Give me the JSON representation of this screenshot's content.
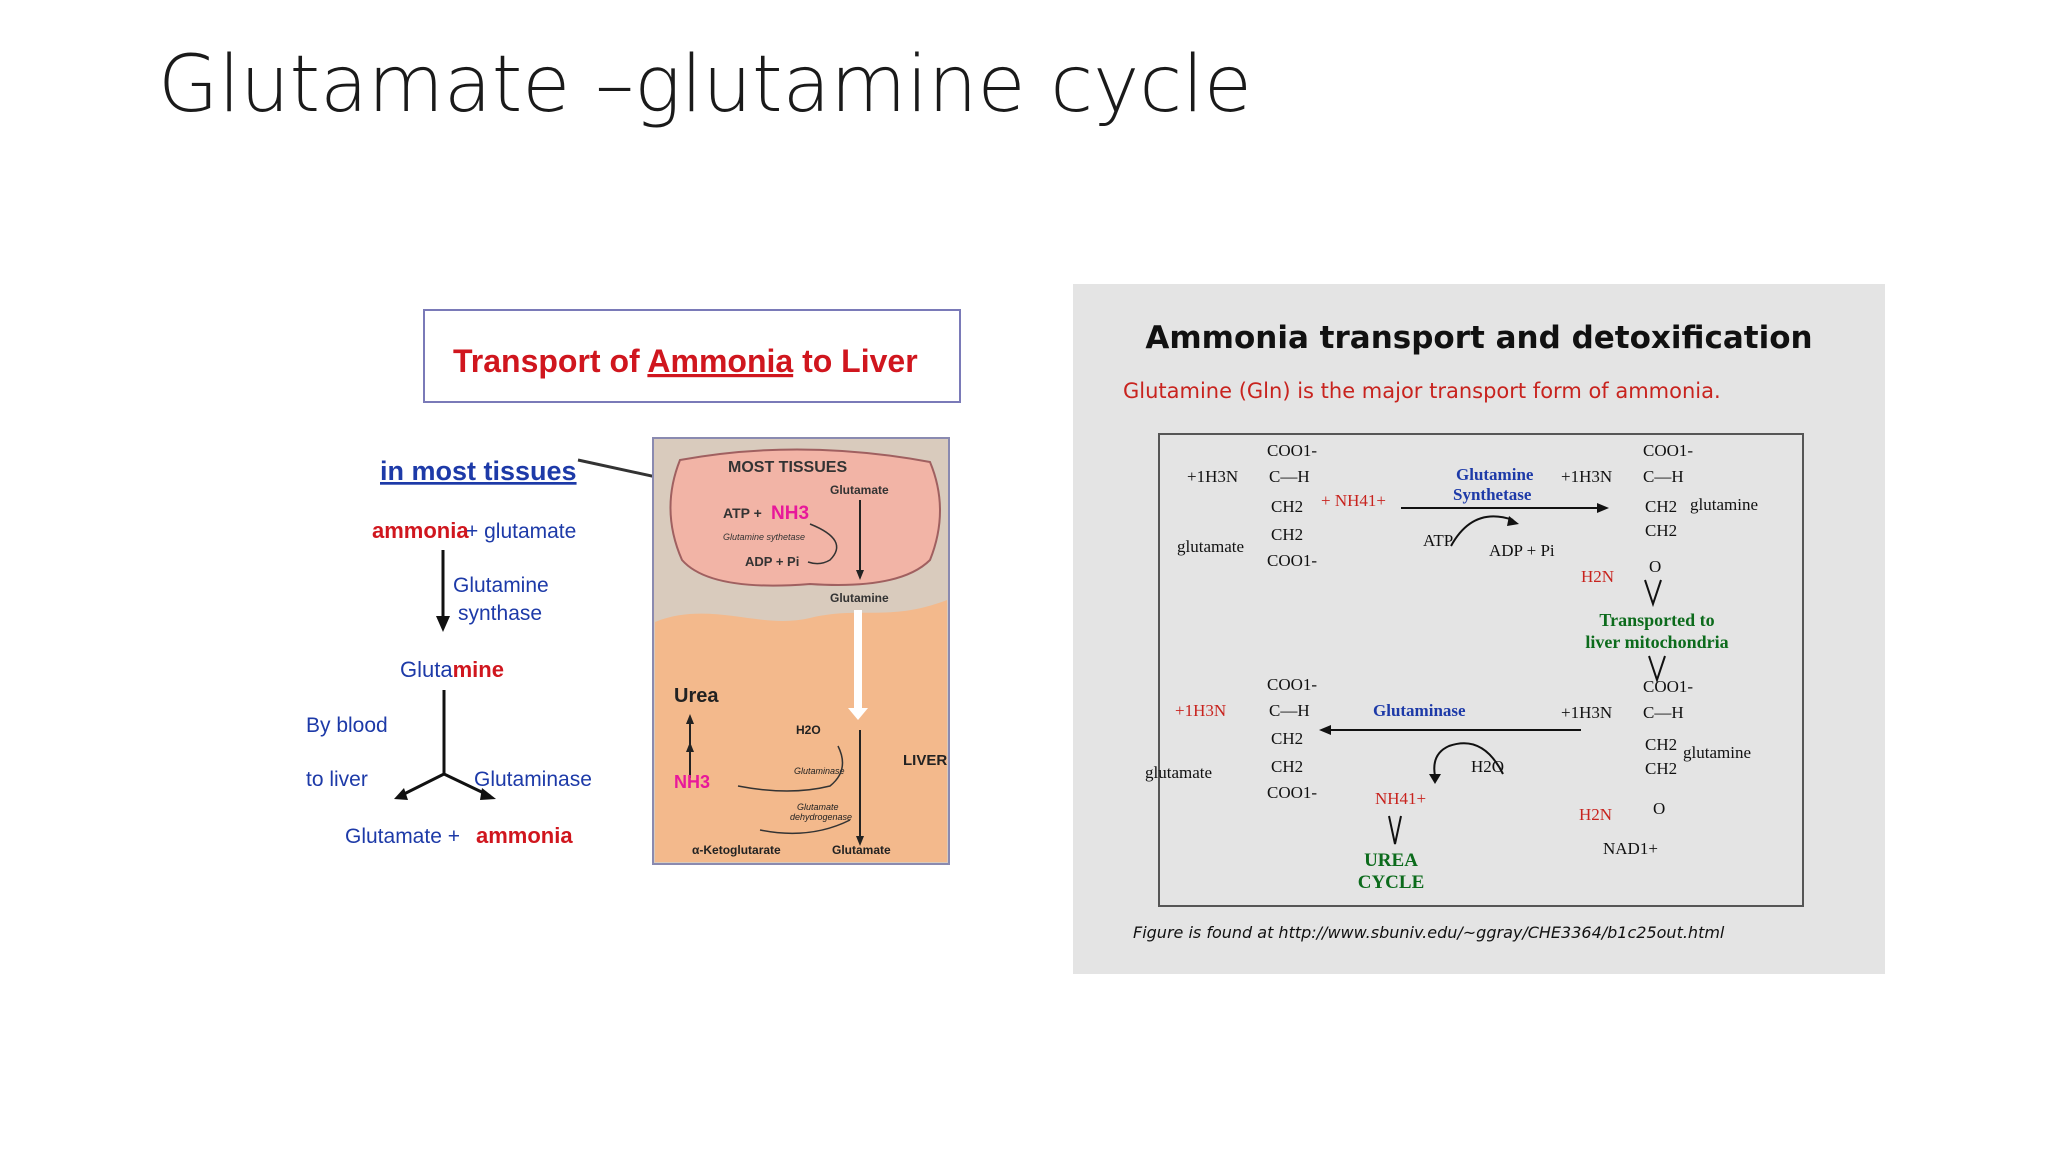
{
  "slide": {
    "title": "Glutamate –glutamine cycle"
  },
  "left": {
    "banner": {
      "part1": "Transport of ",
      "part2": "Ammonia",
      "part3": " to Liver"
    },
    "in_most_tissues": "in most tissues",
    "ammonia": "ammonia",
    "plus_glutamate": " + glutamate",
    "glutamine_synthase_1": "Glutamine",
    "glutamine_synthase_2": "synthase",
    "glutamine_a": "Gluta",
    "glutamine_b": "mine",
    "by_blood": "By blood",
    "to_liver": "to liver",
    "glutaminase": "Glutaminase",
    "glutamate_plus": "Glutamate  +",
    "ammonia_2": "ammonia",
    "inset": {
      "most_tissues": "MOST TISSUES",
      "glutamate_top": "Glutamate",
      "atp": "ATP +",
      "nh3": "NH3",
      "synthetase": "Glutamine sythetase",
      "adp": "ADP + Pi",
      "glutamine": "Glutamine",
      "urea": "Urea",
      "h2o": "H2O",
      "liver": "LIVER",
      "glutaminase": "Glutaminase",
      "nh3_2": "NH3",
      "dehydrogenase_1": "Glutamate",
      "dehydrogenase_2": "dehydrogenase",
      "ketoglutarate": "α-Ketoglutarate",
      "glutamate_bottom": "Glutamate"
    }
  },
  "right": {
    "heading": "Ammonia transport and detoxification",
    "subheading": "Glutamine (Gln) is the major transport form of ammonia.",
    "top": {
      "coo": "COO1-",
      "h3n": "+1H3N",
      "ch": "C—H",
      "ch2": "CH2",
      "glutamate": "glutamate",
      "plus_nh4": "+   NH41+",
      "enzyme_1": "Glutamine",
      "enzyme_2": "Synthetase",
      "atp": "ATP",
      "adp": "ADP + Pi",
      "glutamine": "glutamine",
      "h2n": "H2N",
      "o": "O"
    },
    "transported_1": "Transported to",
    "transported_2": "liver mitochondria",
    "bottom": {
      "glutaminase": "Glutaminase",
      "h2o": "H2O",
      "nh4": "NH41+",
      "glutamate": "glutamate",
      "glutamine": "glutamine",
      "nad": "NAD1+",
      "urea_1": "UREA",
      "urea_2": "CYCLE"
    },
    "footer": "Figure is found at http://www.sbuniv.edu/~ggray/CHE3364/b1c25out.html"
  },
  "colors": {
    "red": "#d0161e",
    "blue": "#1d3aa8",
    "green": "#0c6b1c",
    "pink": "#e8189a"
  }
}
